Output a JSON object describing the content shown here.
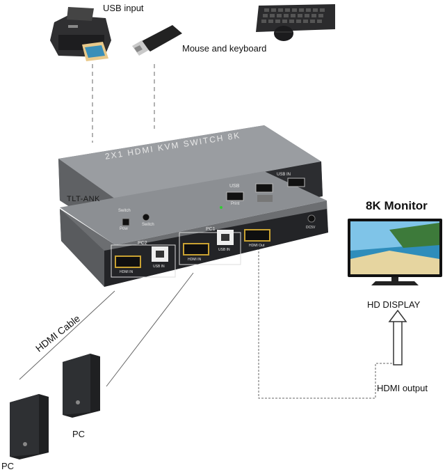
{
  "labels": {
    "usb_input": "USB input",
    "mouse_keyboard": "Mouse and keyboard",
    "monitor_title": "8K Monitor",
    "hd_display": "HD DISPLAY",
    "hdmi_output": "HDMI output",
    "hdmi_cable": "HDMI Cable",
    "pc_right": "PC",
    "pc_left": "PC",
    "brand": "TLT-ANK"
  },
  "device": {
    "top_title": "2X1 HDMI KVM SWITCH 8K",
    "usb_label": "USB",
    "print_label": "Print",
    "usb_in_label": "USB IN",
    "switch_label": "Switch",
    "pow_label": "Pow",
    "switch_label_2": "Switch",
    "pc1_label": "PC1",
    "pc2_label": "PC2",
    "hdmi_in_1": "HDMI IN",
    "hdmi_in_2": "HDMI IN",
    "usb_in_1": "USB IN",
    "usb_in_2": "USB IN",
    "hdmi_out": "HDMI Out",
    "dc5v": "DC5V"
  },
  "colors": {
    "device_top": "#8a8d91",
    "device_front": "#2a2b2e",
    "line": "#555555"
  }
}
